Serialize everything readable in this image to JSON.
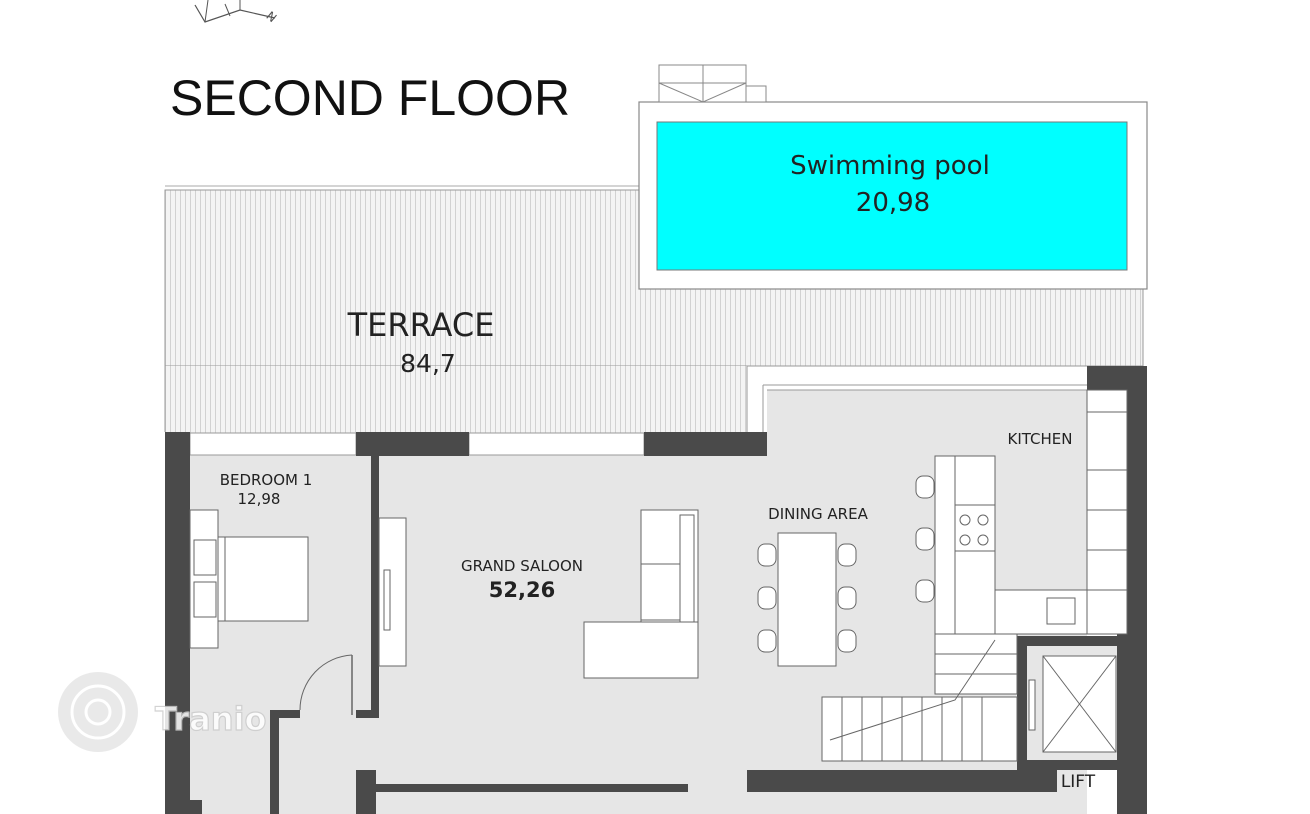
{
  "plan": {
    "title": "SECOND FLOOR",
    "compass_letter": "N",
    "watermark": "Tranio"
  },
  "rooms": {
    "pool": {
      "name": "Swimming pool",
      "area": "20,98"
    },
    "terrace": {
      "name": "TERRACE",
      "area": "84,7"
    },
    "bedroom": {
      "name": "BEDROOM 1",
      "area": "12,98"
    },
    "saloon": {
      "name": "GRAND SALOON",
      "area": "52,26"
    },
    "dining": {
      "name": "DINING AREA"
    },
    "kitchen": {
      "name": "KITCHEN"
    },
    "lift": {
      "name": "LIFT"
    }
  },
  "colors": {
    "pool_water": "#00ffff",
    "floor": "#e6e6e6",
    "wall": "#4a4a4a",
    "terrace_lines": "#d4d4d4"
  }
}
